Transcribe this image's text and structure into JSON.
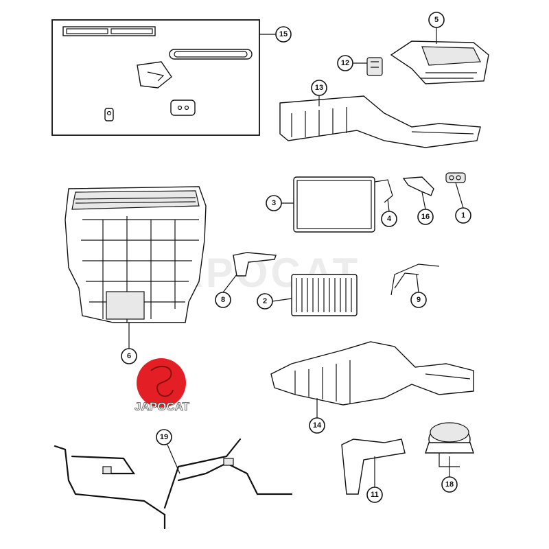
{
  "diagram": {
    "callouts": {
      "c1": "1",
      "c2": "2",
      "c3": "3",
      "c4": "4",
      "c5": "5",
      "c6": "6",
      "c8": "8",
      "c9": "9",
      "c11": "11",
      "c12": "12",
      "c13": "13",
      "c14": "14",
      "c15": "15",
      "c16": "16",
      "c18": "18",
      "c19": "19"
    },
    "watermark": "JAPOCAT",
    "logo": {
      "text": "JAPOCAT",
      "color": "#e31e24"
    }
  }
}
